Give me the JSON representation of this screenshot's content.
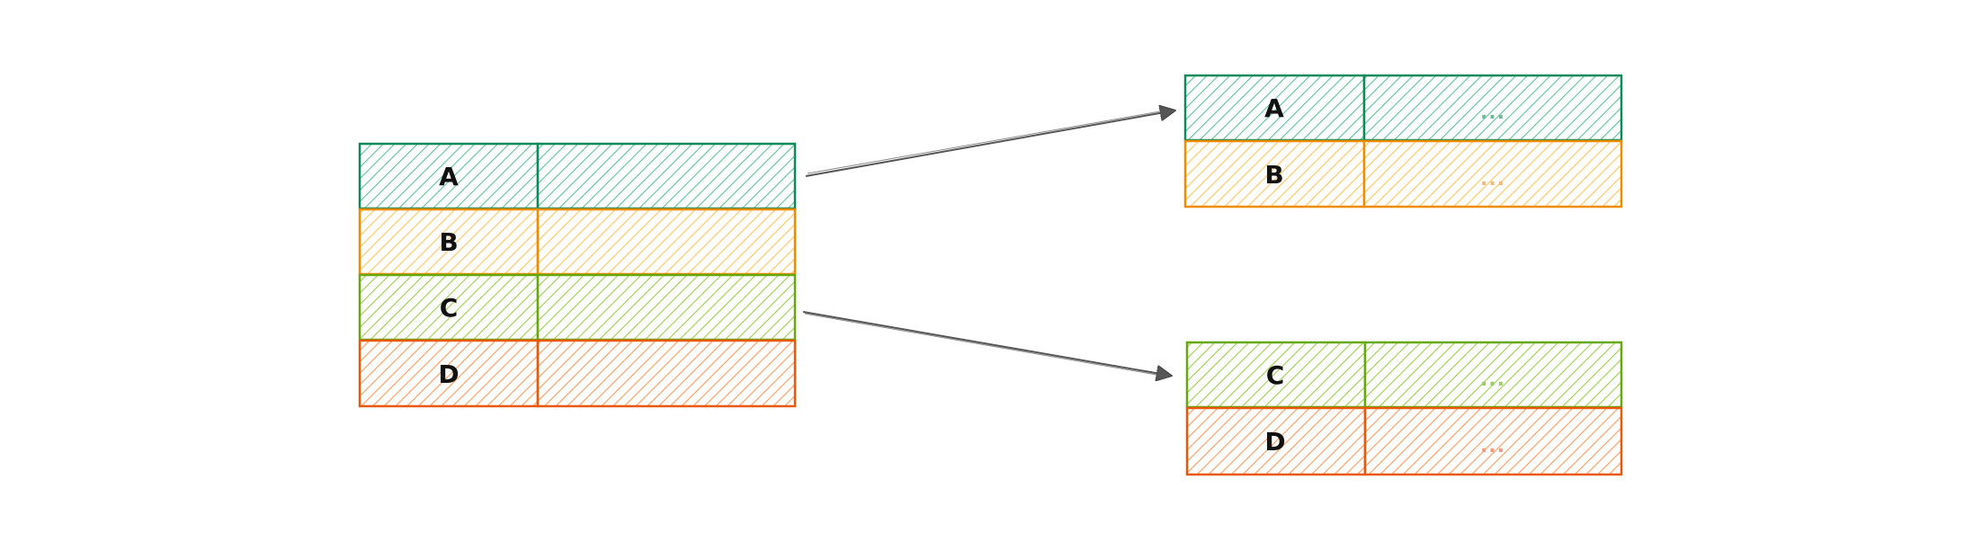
{
  "diagram": {
    "description": "Table with rows A-D split into two tables (A,B) and (C,D)",
    "source_table": {
      "rows": [
        {
          "key": "A",
          "value": "",
          "stroke": "#0c8a5a",
          "fill": "#5cc49a"
        },
        {
          "key": "B",
          "value": "",
          "stroke": "#f08c00",
          "fill": "#ffc55c"
        },
        {
          "key": "C",
          "value": "",
          "stroke": "#66a80f",
          "fill": "#9bd04a"
        },
        {
          "key": "D",
          "value": "",
          "stroke": "#e8590c",
          "fill": "#ff9a5c"
        }
      ]
    },
    "target_tables": [
      {
        "rows": [
          {
            "key": "A",
            "value": "...",
            "stroke": "#0c8a5a",
            "fill": "#5cc49a",
            "dots_color": "#74b99a"
          },
          {
            "key": "B",
            "value": "...",
            "stroke": "#f08c00",
            "fill": "#ffc55c",
            "dots_color": "#f5b67a"
          }
        ]
      },
      {
        "rows": [
          {
            "key": "C",
            "value": "...",
            "stroke": "#66a80f",
            "fill": "#9bd04a",
            "dots_color": "#9ccc6a"
          },
          {
            "key": "D",
            "value": "...",
            "stroke": "#e8590c",
            "fill": "#ff9a5c",
            "dots_color": "#f59a80"
          }
        ]
      }
    ],
    "arrows": [
      {
        "from": "source_table.rows A-B",
        "to": "target_tables.0",
        "color": "#555555"
      },
      {
        "from": "source_table.rows C-D",
        "to": "target_tables.1",
        "color": "#555555"
      }
    ]
  }
}
